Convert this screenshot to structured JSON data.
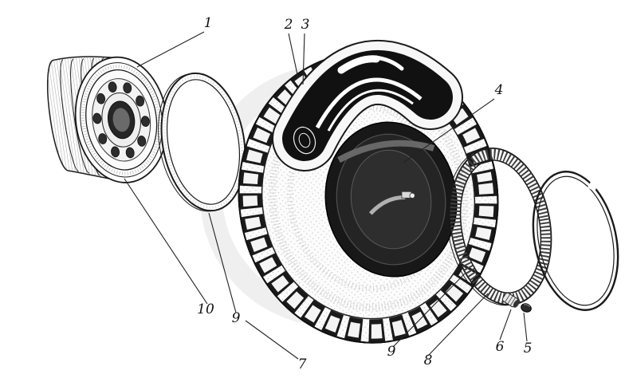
{
  "meta": {
    "type": "exploded-parts-illustration",
    "subject": "truck wheel and tire assembly (rim, side ring, tire with cut-away inner tube, bead ring, lock ring, valve parts)",
    "background_color": "#ffffff",
    "ink_color": "#1a1a1a"
  },
  "callouts": [
    {
      "label": "1"
    },
    {
      "label": "2"
    },
    {
      "label": "3"
    },
    {
      "label": "4"
    },
    {
      "label": "5"
    },
    {
      "label": "6"
    },
    {
      "label": "7"
    },
    {
      "label": "8"
    },
    {
      "label": "9"
    },
    {
      "label": "9"
    },
    {
      "label": "10"
    }
  ]
}
